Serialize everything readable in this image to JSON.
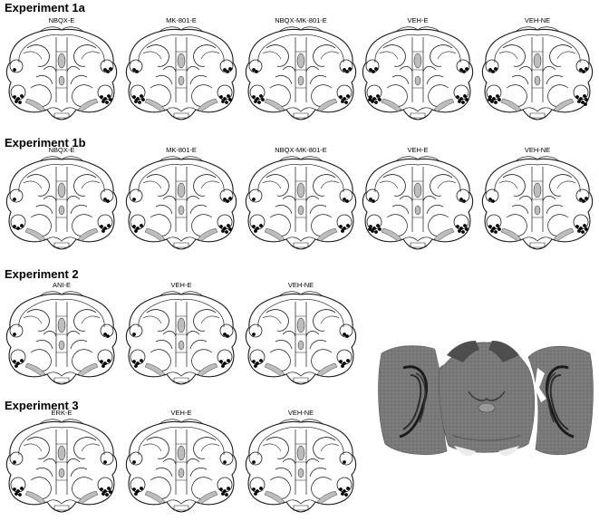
{
  "experiments": [
    {
      "title": "Experiment 1a",
      "panels": [
        {
          "label": "NBQX-E"
        },
        {
          "label": "MK-801-E"
        },
        {
          "label": "NBQX-MK-801-E"
        },
        {
          "label": "VEH-E"
        },
        {
          "label": "VEH-NE"
        }
      ]
    },
    {
      "title": "Experiment 1b",
      "panels": [
        {
          "label": "NBQX-E"
        },
        {
          "label": "MK-801-E"
        },
        {
          "label": "NBQX-MK-801-E"
        },
        {
          "label": "VEH-E"
        },
        {
          "label": "VEH-NE"
        }
      ]
    },
    {
      "title": "Experiment 2",
      "panels": [
        {
          "label": "ANI-E"
        },
        {
          "label": "VEH-E"
        },
        {
          "label": "VEH-NE"
        }
      ]
    },
    {
      "title": "Experiment 3",
      "panels": [
        {
          "label": "ERK-E"
        },
        {
          "label": "VEH-E"
        },
        {
          "label": "VEH-NE"
        }
      ]
    }
  ],
  "colors": {
    "outline": "#1a1a1a",
    "placement_dot": "#000000",
    "fill": "#ffffff",
    "ventricle": "#bdbdbd",
    "photo_tissue": "#6e6e6e"
  },
  "icons": {
    "section_diagram": "coronal-brain-section-icon",
    "placement_marker": "filled-circle",
    "photomicrograph": "brain-section-photo"
  }
}
